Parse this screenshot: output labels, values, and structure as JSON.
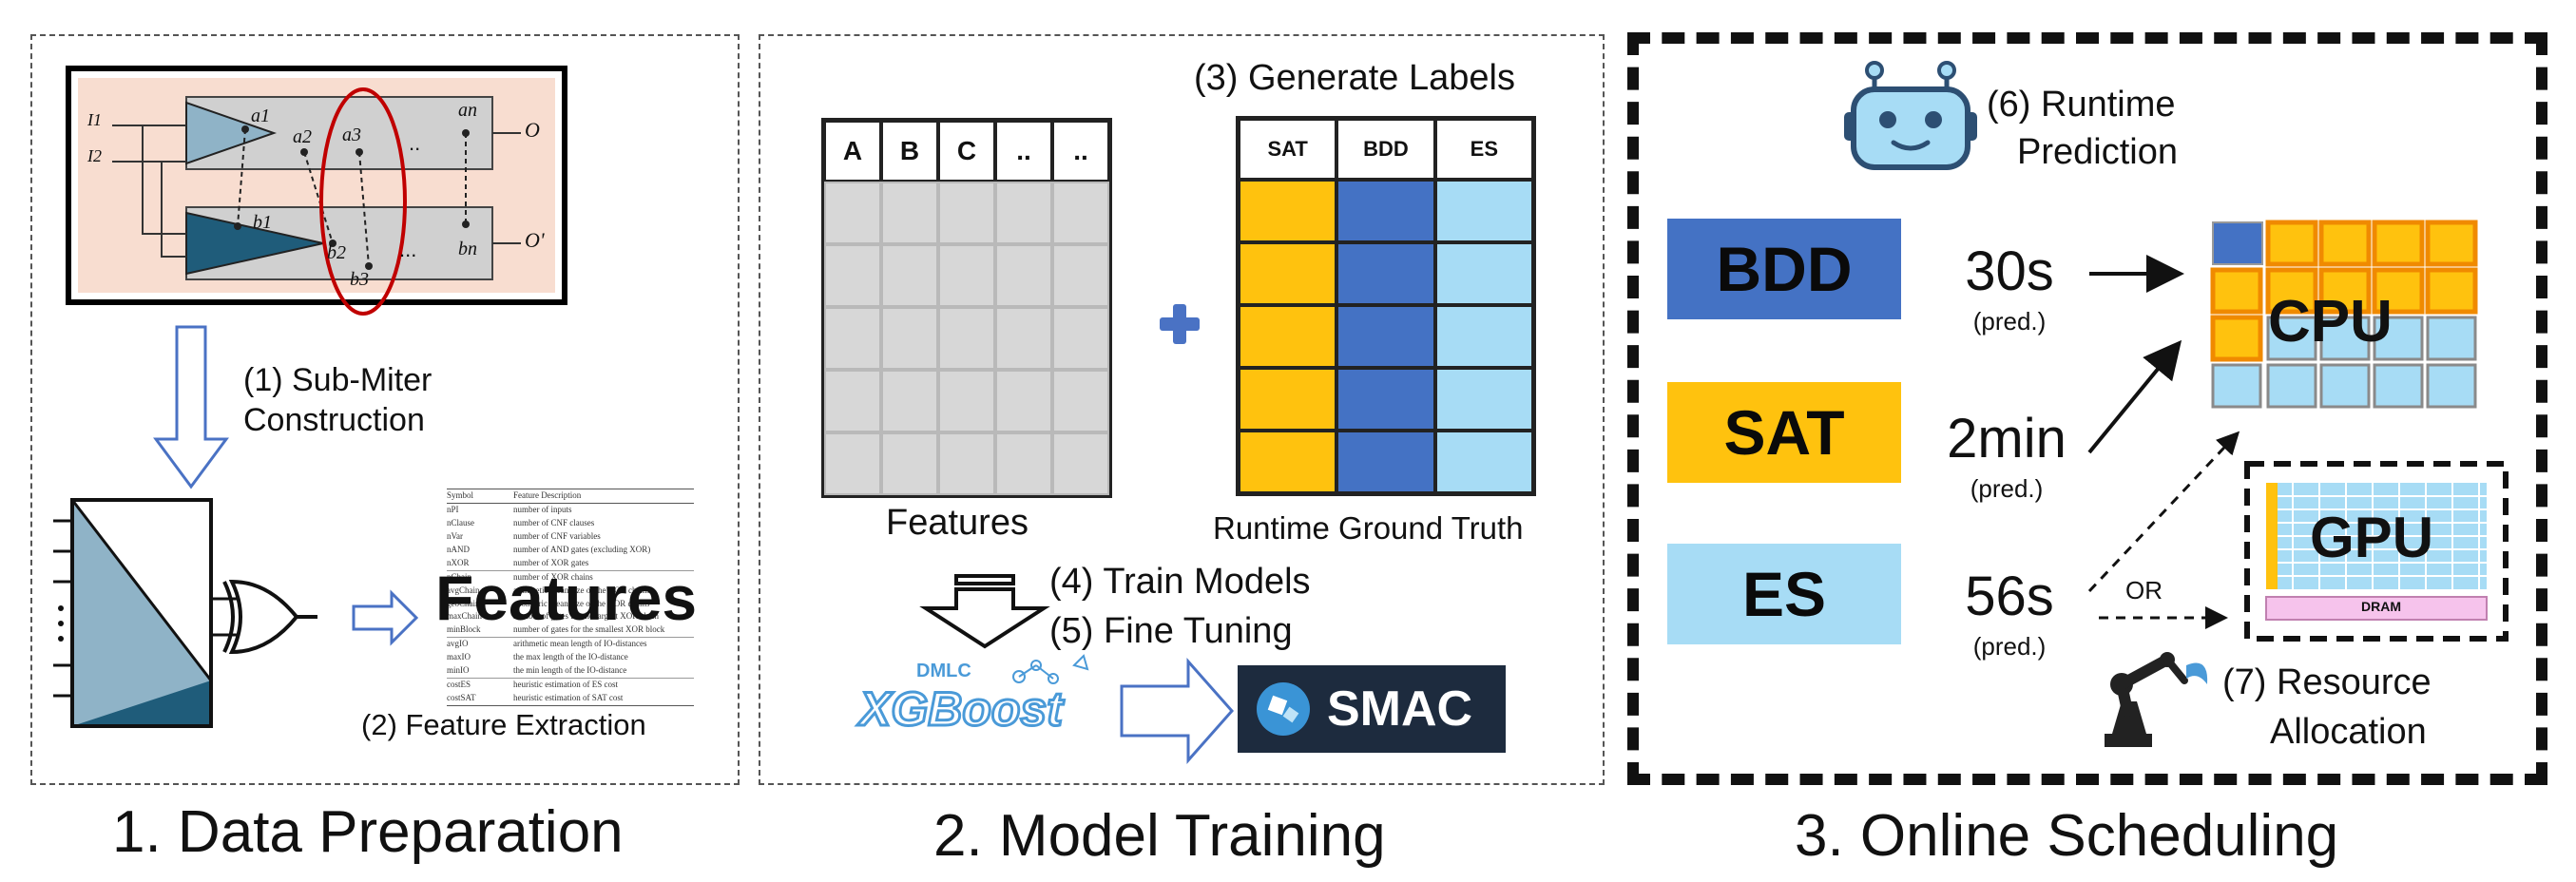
{
  "sections": {
    "data_preparation": "1. Data Preparation",
    "model_training": "2. Model Training",
    "online_scheduling": "3. Online Scheduling"
  },
  "circuit": {
    "inputs": [
      "I1",
      "I2"
    ],
    "top_nodes": [
      "a1",
      "a2",
      "a3",
      "..",
      "an"
    ],
    "bottom_nodes": [
      "b1",
      "b2",
      "b3",
      "...",
      "bn"
    ],
    "outputs": [
      "O",
      "O'"
    ]
  },
  "steps": {
    "sub_miter": [
      "(1) Sub-Miter",
      "Construction"
    ],
    "feature_extraction": "(2) Feature Extraction",
    "generate_labels": "(3) Generate Labels",
    "train_models": "(4) Train Models",
    "fine_tuning": "(5) Fine Tuning",
    "runtime_prediction": [
      "(6) Runtime",
      "Prediction"
    ],
    "resource_allocation": [
      "(7) Resource",
      "Allocation"
    ]
  },
  "feature_table": {
    "overlay_word": "Features",
    "header": [
      "Symbol",
      "Feature Description"
    ],
    "rows": [
      [
        "nPI",
        "number of inputs"
      ],
      [
        "nClause",
        "number of CNF clauses"
      ],
      [
        "nVar",
        "number of CNF variables"
      ],
      [
        "nAND",
        "number of AND gates (excluding XOR)"
      ],
      [
        "nXOR",
        "number of XOR gates"
      ],
      [
        "nChain",
        "number of XOR chains"
      ],
      [
        "avgChain",
        "arithmetic mean size of the XOR chains"
      ],
      [
        "geoChain",
        "geometric mean size of the XOR chains"
      ],
      [
        "maxChain",
        "number of gates for the largest XOR chain"
      ],
      [
        "minBlock",
        "number of gates for the smallest XOR block"
      ],
      [
        "avgIO",
        "arithmetic mean length of IO-distances"
      ],
      [
        "maxIO",
        "the max length of the IO-distance"
      ],
      [
        "minIO",
        "the min length of the IO-distance"
      ],
      [
        "costES",
        "heuristic estimation of ES cost"
      ],
      [
        "costSAT",
        "heuristic estimation of SAT cost"
      ]
    ]
  },
  "features_grid": {
    "columns": [
      "A",
      "B",
      "C",
      "..",
      ".."
    ],
    "caption": "Features",
    "body_rows": 5
  },
  "labels_grid": {
    "columns": [
      "SAT",
      "BDD",
      "ES"
    ],
    "caption": "Runtime Ground Truth",
    "body_rows": 5
  },
  "libraries": {
    "xgboost_small": "DMLC",
    "xgboost": "XGBoost",
    "smac": "SMAC"
  },
  "predictions": [
    {
      "solver": "BDD",
      "time": "30s",
      "note": "(pred.)"
    },
    {
      "solver": "SAT",
      "time": "2min",
      "note": "(pred.)"
    },
    {
      "solver": "ES",
      "time": "56s",
      "note": "(pred.)"
    }
  ],
  "hardware": {
    "cpu": "CPU",
    "gpu": "GPU",
    "dram": "DRAM",
    "or_label": "OR"
  },
  "colors": {
    "sat": "#ffc20e",
    "bdd": "#4472c4",
    "es": "#a7dcf5",
    "arrow_blue": "#4a72c4",
    "miter_dark": "#1f5c7a",
    "miter_light": "#8fb3c7",
    "circuit_bg": "#f8ddd0",
    "dram": "#f6c3ec"
  },
  "icons": [
    "robot-icon",
    "robot-arm-icon",
    "or-gate-icon",
    "smac-logo-icon"
  ]
}
